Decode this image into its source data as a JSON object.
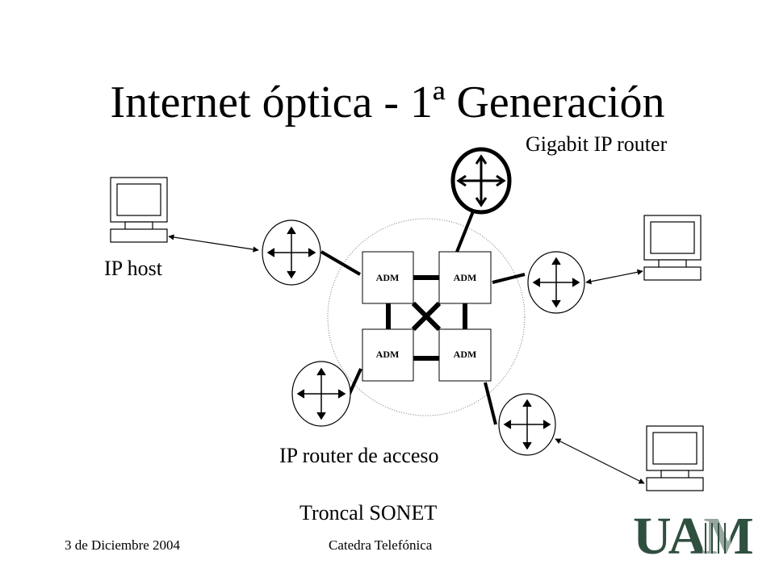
{
  "slide": {
    "title": "Internet óptica - 1ª Generación",
    "footer_date": "3 de Diciembre 2004",
    "footer_center": "Catedra Telefónica"
  },
  "labels": {
    "gigabit_router": "Gigabit IP router",
    "ip_host": "IP host",
    "access_router": "IP router de acceso",
    "sonet_trunk": "Troncal SONET"
  },
  "adm": {
    "top_left": "ADM",
    "top_right": "ADM",
    "bottom_left": "ADM",
    "bottom_right": "ADM"
  },
  "logo": {
    "text": "UAM",
    "color": "#2f4f3f"
  },
  "colors": {
    "line": "#000000",
    "ring": "#777777"
  }
}
